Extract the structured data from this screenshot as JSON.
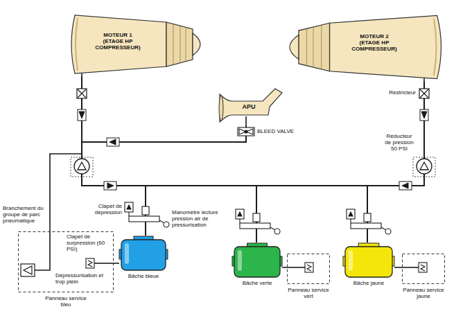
{
  "diagram": {
    "nodes": [
      {
        "text": [
          "MOTEUR 1",
          "(ETAGE HP COMPRESSEUR)"
        ]
      },
      {
        "text": [
          "MOTEUR 2",
          "(ETAGE HP COMPRESSEUR)"
        ]
      },
      {
        "text": [
          "APU"
        ]
      },
      {
        "text": [
          "Panneau service bleu"
        ]
      },
      {
        "text": [
          "Bâche bleue"
        ]
      },
      {
        "text": [
          "Bâche verte"
        ]
      },
      {
        "text": [
          "Panneau service vert"
        ]
      },
      {
        "text": [
          "Bâche jaune"
        ]
      },
      {
        "text": [
          "Panneau service jaune"
        ]
      }
    ],
    "edges": [
      {
        "from": 0,
        "to": 4,
        "arrow": "none"
      },
      {
        "from": 0,
        "to": 5,
        "arrow": "none"
      },
      {
        "from": 0,
        "to": 7,
        "arrow": "none"
      },
      {
        "from": 1,
        "to": 4,
        "arrow": "none"
      },
      {
        "from": 1,
        "to": 5,
        "arrow": "none"
      },
      {
        "from": 1,
        "to": 7,
        "arrow": "none"
      },
      {
        "from": 2,
        "to": 4,
        "arrow": "none"
      },
      {
        "from": 2,
        "to": 5,
        "arrow": "none"
      },
      {
        "from": 2,
        "to": 7,
        "arrow": "none"
      },
      {
        "from": 4,
        "to": 3,
        "arrow": "none"
      },
      {
        "from": 5,
        "to": 6,
        "arrow": "none"
      },
      {
        "from": 7,
        "to": 8,
        "arrow": "none"
      }
    ],
    "labels": [
      "BLEED VALVE",
      "Restricteur",
      "Réducteur de pression 50 PSI",
      "Branchement du groupe de parc pneumatique",
      "Clapet de dépression",
      "Manomètre lecture pression air de pressurisation",
      "Clapet de surpression (60 PSI)",
      "Dépressurisation et trop plein"
    ]
  }
}
